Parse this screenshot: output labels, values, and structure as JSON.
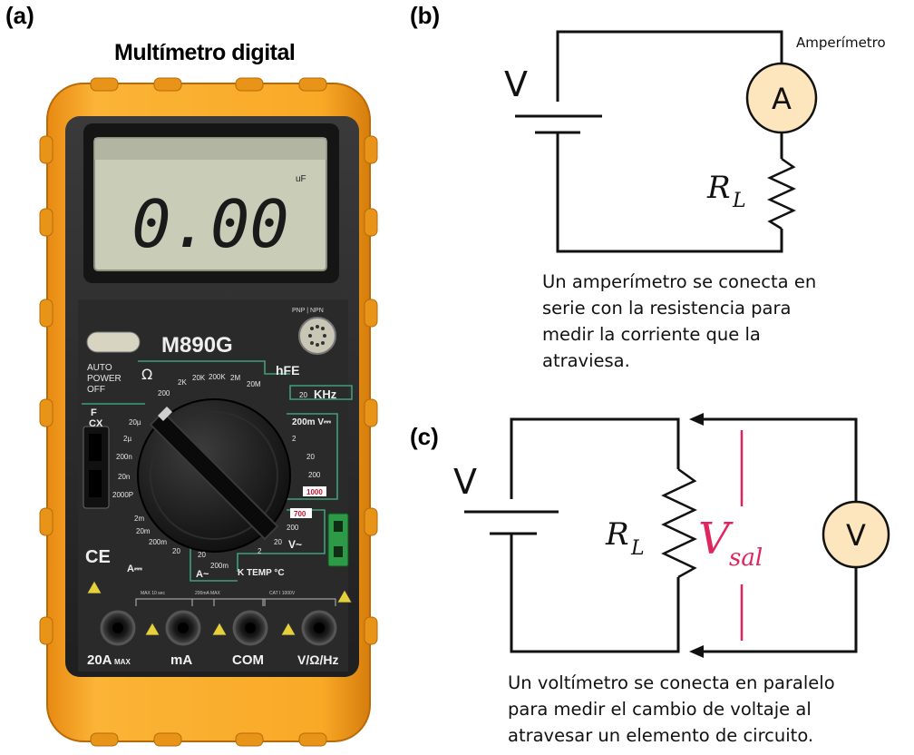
{
  "panels": {
    "a": {
      "label": "(a)",
      "title": "Multímetro digital",
      "meter": {
        "display_value": "0.00",
        "display_unit": "uF",
        "model": "M890G",
        "auto_power": [
          "AUTO",
          "POWER",
          "OFF"
        ],
        "pnp_npn": "PNP | NPN",
        "hfe": "hFE",
        "khz": "KHz",
        "khz_range": "20",
        "ohm_symbol": "Ω",
        "ohm_ranges": [
          "200",
          "2K",
          "20K",
          "200K",
          "2M",
          "20M"
        ],
        "cap_label": [
          "F",
          "CX"
        ],
        "cap_ranges": [
          "20µ",
          "2µ",
          "200n",
          "20n",
          "2000P"
        ],
        "dcv_label": "200m V⎓",
        "dcv_ranges": [
          "2",
          "20",
          "200",
          "1000"
        ],
        "acv_label": "V~",
        "acv_ranges": [
          "700",
          "200",
          "20",
          "2"
        ],
        "dca_label": "A⎓",
        "dca_ranges": [
          "2m",
          "20m",
          "200m",
          "20"
        ],
        "aca_label": "A~",
        "aca_ranges": [
          "20",
          "200m"
        ],
        "temp_label": "K TEMP °C",
        "ce": "CE",
        "jacks": [
          "20A",
          "mA",
          "COM",
          "V/Ω/Hz"
        ],
        "jack_20a_suffix": "MAX"
      }
    },
    "b": {
      "label": "(b)",
      "source_label": "V",
      "meter_symbol": "A",
      "meter_name": "Amperímetro",
      "resistor_label": "R",
      "resistor_sub": "L",
      "caption": [
        "Un amperímetro se conecta en",
        "serie con la resistencia para",
        "medir la corriente que la",
        "atraviesa."
      ]
    },
    "c": {
      "label": "(c)",
      "source_label": "V",
      "meter_symbol": "V",
      "resistor_label": "R",
      "resistor_sub": "L",
      "vout_label": "V",
      "vout_sub": "sal",
      "caption": [
        "Un voltímetro se conecta en paralelo",
        "para medir el cambio de voltaje al",
        "atravesar un elemento de circuito."
      ]
    },
    "colors": {
      "holster": "#f7a21b",
      "holster_dark": "#d98410",
      "body": "#2b2b2b",
      "lcd": "#c9cdb8",
      "meter_fill": "#fde5bd",
      "vout": "#e0245e",
      "jack_green": "#2e9a48"
    }
  }
}
